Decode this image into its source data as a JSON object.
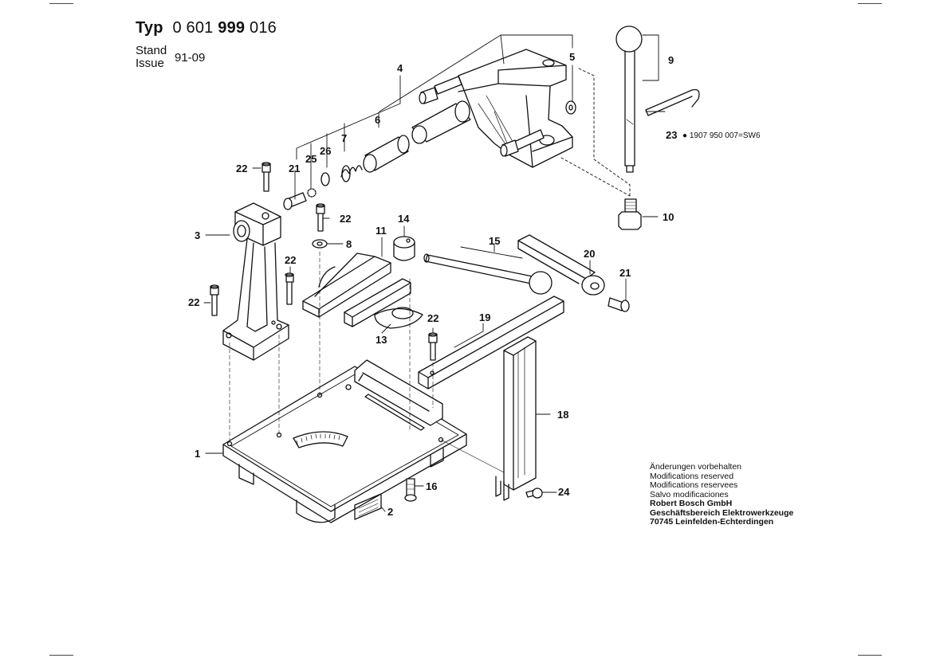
{
  "header": {
    "typ_label": "Typ",
    "part_prefix": "0 601",
    "part_bold": "999",
    "part_suffix": "016",
    "stand_label": "Stand",
    "issue_label": "Issue",
    "date": "91-09"
  },
  "callouts": {
    "c1": "1",
    "c2": "2",
    "c3": "3",
    "c4": "4",
    "c5": "5",
    "c6": "6",
    "c7": "7",
    "c8": "8",
    "c9": "9",
    "c10": "10",
    "c11": "11",
    "c13": "13",
    "c14": "14",
    "c15": "15",
    "c16": "16",
    "c18": "18",
    "c19": "19",
    "c20": "20",
    "c21a": "21",
    "c21b": "21",
    "c22a": "22",
    "c22b": "22",
    "c22c": "22",
    "c22d": "22",
    "c22e": "22",
    "c23": "23",
    "c24": "24",
    "c25": "25",
    "c26": "26"
  },
  "note_23": "● 1907 950 007=SW6",
  "footer": {
    "l1": "Änderungen vorbehalten",
    "l2": "Modifications reserved",
    "l3": "Modifications reservees",
    "l4": "Salvo modificaciones",
    "l5": "Robert Bosch GmbH",
    "l6": "Geschäftsbereich Elektrowerkzeuge",
    "l7": "70745 Leinfelden-Echterdingen"
  }
}
